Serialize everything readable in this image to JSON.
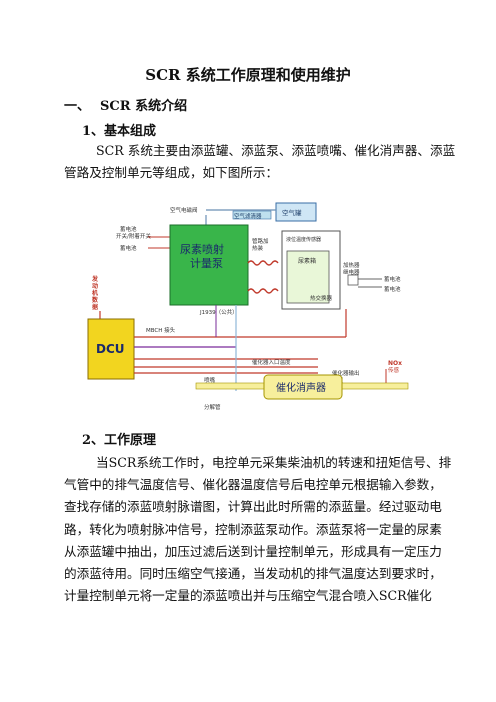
{
  "doc": {
    "title": "SCR 系统工作原理和使用维护",
    "section1": {
      "num": "一、",
      "text": "SCR 系统介绍"
    },
    "sub1": "1、基本组成",
    "para1": [
      "SCR 系统主要由添蓝罐、添蓝泵、添蓝喷嘴、催化消声器、添蓝",
      "管路及控制单元等组成，如下图所示："
    ],
    "sub2": "2、工作原理",
    "para2": [
      "当SCR系统工作时，电控单元采集柴油机的转速和扭矩信号、排",
      "气管中的排气温度信号、催化器温度信号后电控单元根据输入参数，",
      "查找存储的添蓝喷射脉谱图，计算出此时所需的添蓝量。经过驱动电",
      "路，转化为喷射脉冲信号，控制添蓝泵动作。添蓝泵将一定量的尿素",
      "从添蓝罐中抽出，加压过滤后送到计量控制单元，形成具有一定压力",
      "的添蓝待用。同时压缩空气接通，当发动机的排气温度达到要求时，",
      "计量控制单元将一定量的添蓝喷出并与压缩空气混合喷入SCR催化"
    ]
  },
  "diagram": {
    "labels": {
      "air_valve": "空气电磁阀",
      "air_filter": "空气滤清器",
      "air_tank": "空气罐",
      "battery_switch": "蓄电池",
      "switch_line2": "开关/附着开关",
      "battery_minus": "蓄电池",
      "pump_line1": "尿素喷射",
      "pump_line2": "计量泵",
      "heater_line1": "管路加",
      "heater_line2": "热装",
      "level_sensor": "液位温度传感器",
      "tank": "尿素箱",
      "heater_relay_1": "加热器",
      "heater_relay_2": "继电器",
      "battery_plus": "蓄电池",
      "battery_neg": "蓄电池",
      "engine_1": "发",
      "engine_2": "动",
      "engine_3": "机",
      "engine_4": "数",
      "engine_5": "据",
      "dcu": "DCU",
      "mbch": "MBCH 接头",
      "j1939": "J1939（公共）",
      "cat_temp": "催化器入口温度",
      "nox_1": "NOx",
      "nox_2": "传感",
      "cat_out_1": "催化器输出",
      "cat_out_2": "温度",
      "nozzle": "喷嘴",
      "decomp": "分解管",
      "muffler": "催化消声器",
      "heat_exchanger": "热交换器"
    }
  }
}
